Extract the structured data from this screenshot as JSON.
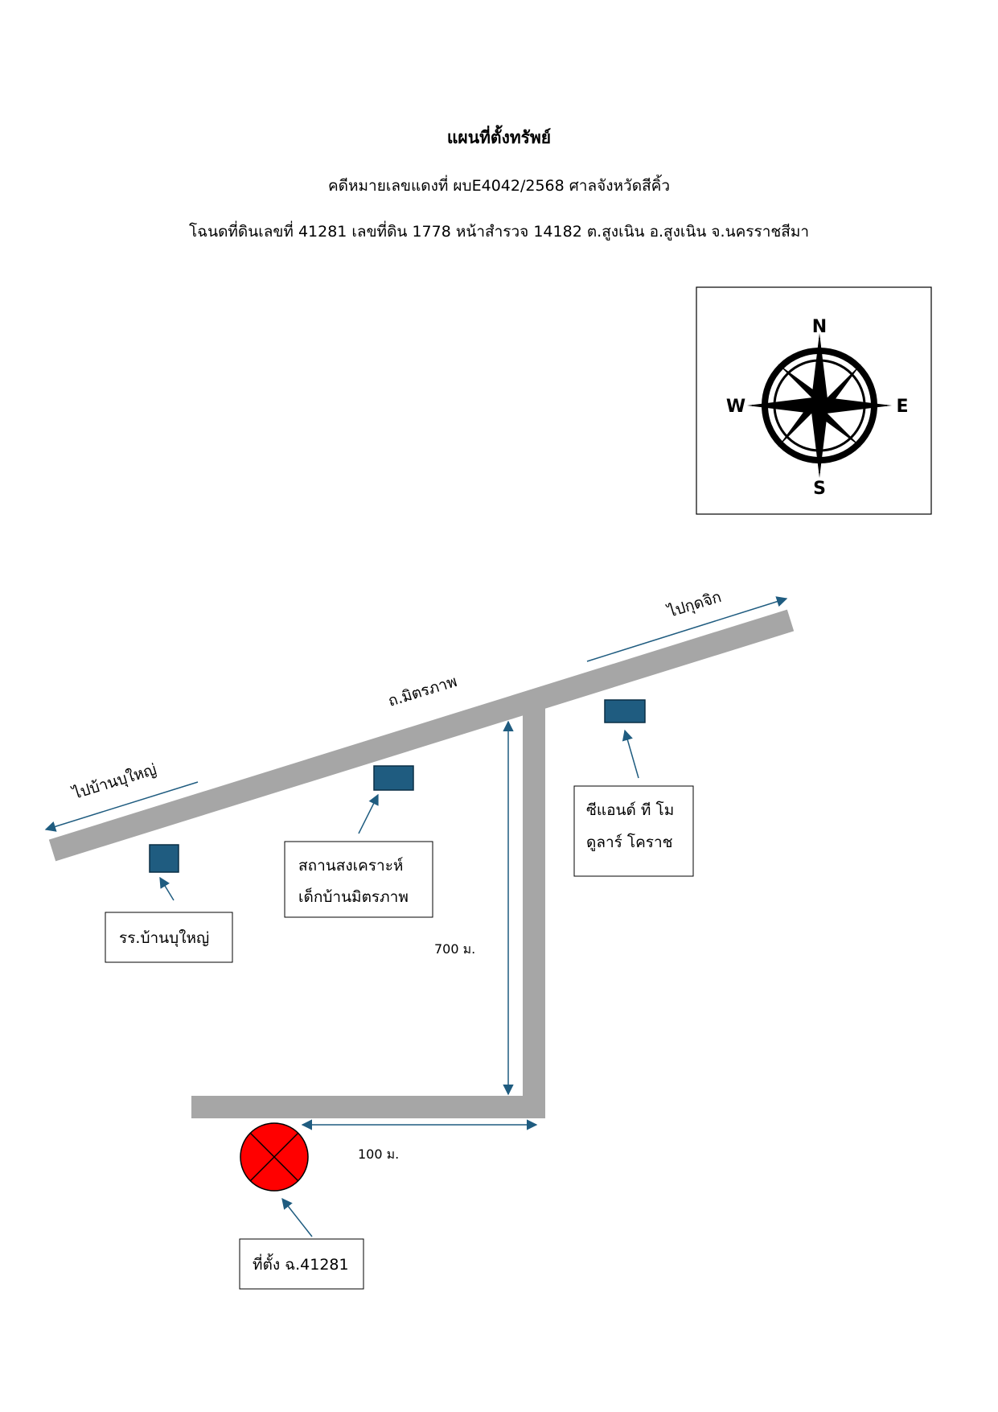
{
  "header": {
    "title": "แผนที่ตั้งทรัพย์",
    "case_line": "คดีหมายเลขแดงที่ ผบE4042/2568 ศาลจังหวัดสีคิ้ว",
    "deed_line": "โฉนดที่ดินเลขที่ 41281 เลขที่ดิน 1778 หน้าสำรวจ 14182 ต.สูงเนิน อ.สูงเนิน จ.นครราชสีมา"
  },
  "compass": {
    "n": "N",
    "s": "S",
    "e": "E",
    "w": "W"
  },
  "roads": {
    "main_road": "ถ.มิตรภาพ",
    "to_ban_bu_yai": "ไปบ้านบุใหญ่",
    "to_kut_chik": "ไปกุดจิก"
  },
  "distances": {
    "vertical": "700 ม.",
    "horizontal": "100 ม."
  },
  "landmarks": {
    "school": "รร.บ้านบุใหญ่",
    "welfare_line1": "สถานสงเคราะห์",
    "welfare_line2": "เด็กบ้านมิตรภาพ",
    "store_line1": "ซีแอนด์ ที โม",
    "store_line2": "ดูลาร์ โคราช"
  },
  "property": {
    "label": "ที่ตั้ง ฉ.41281"
  },
  "colors": {
    "road": "#a6a6a6",
    "building": "#1f5c80",
    "arrow": "#1f5c80",
    "marker": "#ff0000"
  }
}
